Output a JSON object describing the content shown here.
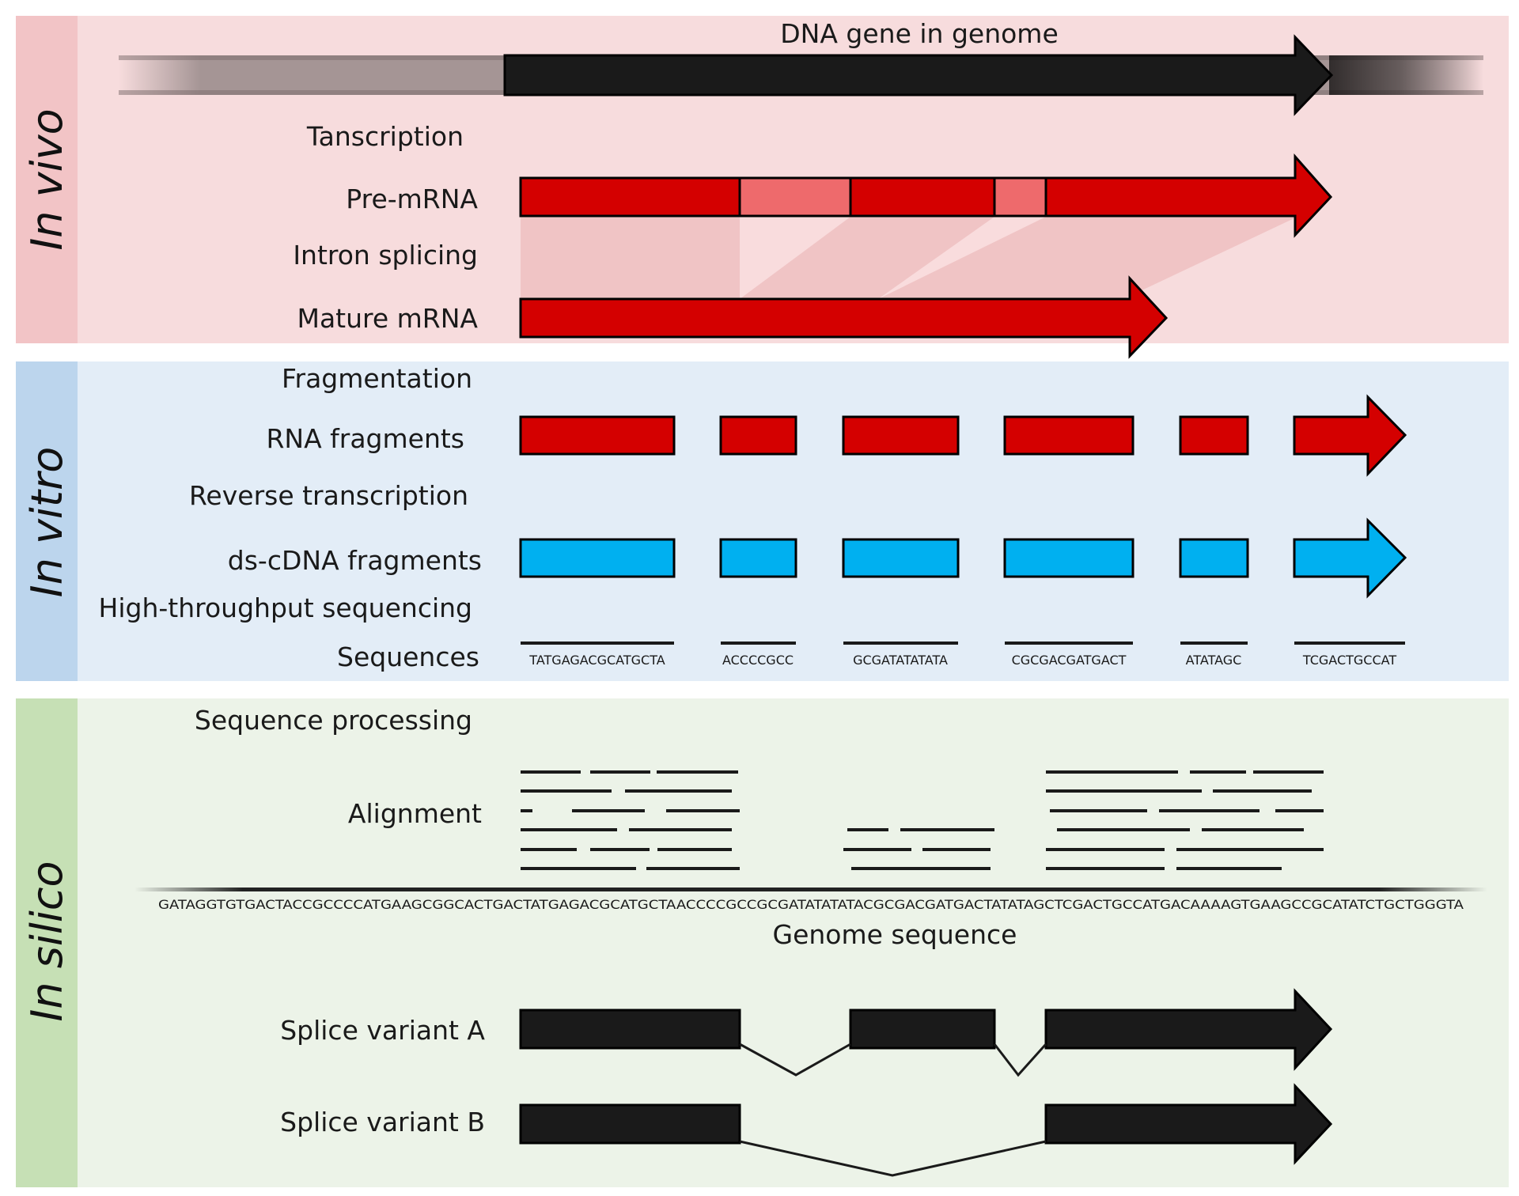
{
  "sections": {
    "invivo": "In vivo",
    "invitro": "In vitro",
    "insilico": "In silico"
  },
  "labels": {
    "dna_gene": "DNA gene in genome",
    "transcription": "Tanscription",
    "pre_mrna": "Pre-mRNA",
    "intron_splicing": "Intron splicing",
    "mature_mrna": "Mature mRNA",
    "fragmentation": "Fragmentation",
    "rna_fragments": "RNA fragments",
    "reverse_transcription": "Reverse transcription",
    "dscdna_fragments": "ds-cDNA fragments",
    "htp_sequencing": "High-throughput sequencing",
    "sequences": "Sequences",
    "sequence_processing": "Sequence processing",
    "alignment": "Alignment",
    "genome_sequence": "Genome sequence",
    "splice_a": "Splice variant A",
    "splice_b": "Splice variant B"
  },
  "fragment_sequences": [
    "TATGAGACGCATGCTA",
    "ACCCCGCC",
    "GCGATATATATA",
    "CGCGACGATGACT",
    "ATATAGC",
    "TCGACTGCCAT"
  ],
  "genome_seq": "GATAGGTGTGACTACCGCCCCATGAAGCGGCACTGACTATGAGACGCATGCTAACCCCGCCGCGATATATATACGCGACGATGACTATATAGCTCGACTGCCATGACAAAAGTGAAGCCGCATATCTGCTGGGTA",
  "colors": {
    "invivo_bg": "#f7dcdd",
    "invivo_side": "#f2c4c6",
    "invitro_bg": "#e3edf7",
    "invitro_side": "#bcd5ed",
    "insilico_bg": "#ecf3e8",
    "insilico_side": "#c6e0b5",
    "exon": "#d40000",
    "intron": "#ee6a6c",
    "cdna": "#00b0f0",
    "black": "#1a1a1a"
  }
}
